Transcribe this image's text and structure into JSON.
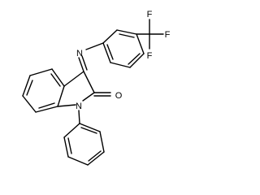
{
  "atoms": {
    "n_imine": "N",
    "n_ring": "N",
    "o": "O",
    "f1": "F",
    "f2": "F",
    "f3": "F"
  }
}
